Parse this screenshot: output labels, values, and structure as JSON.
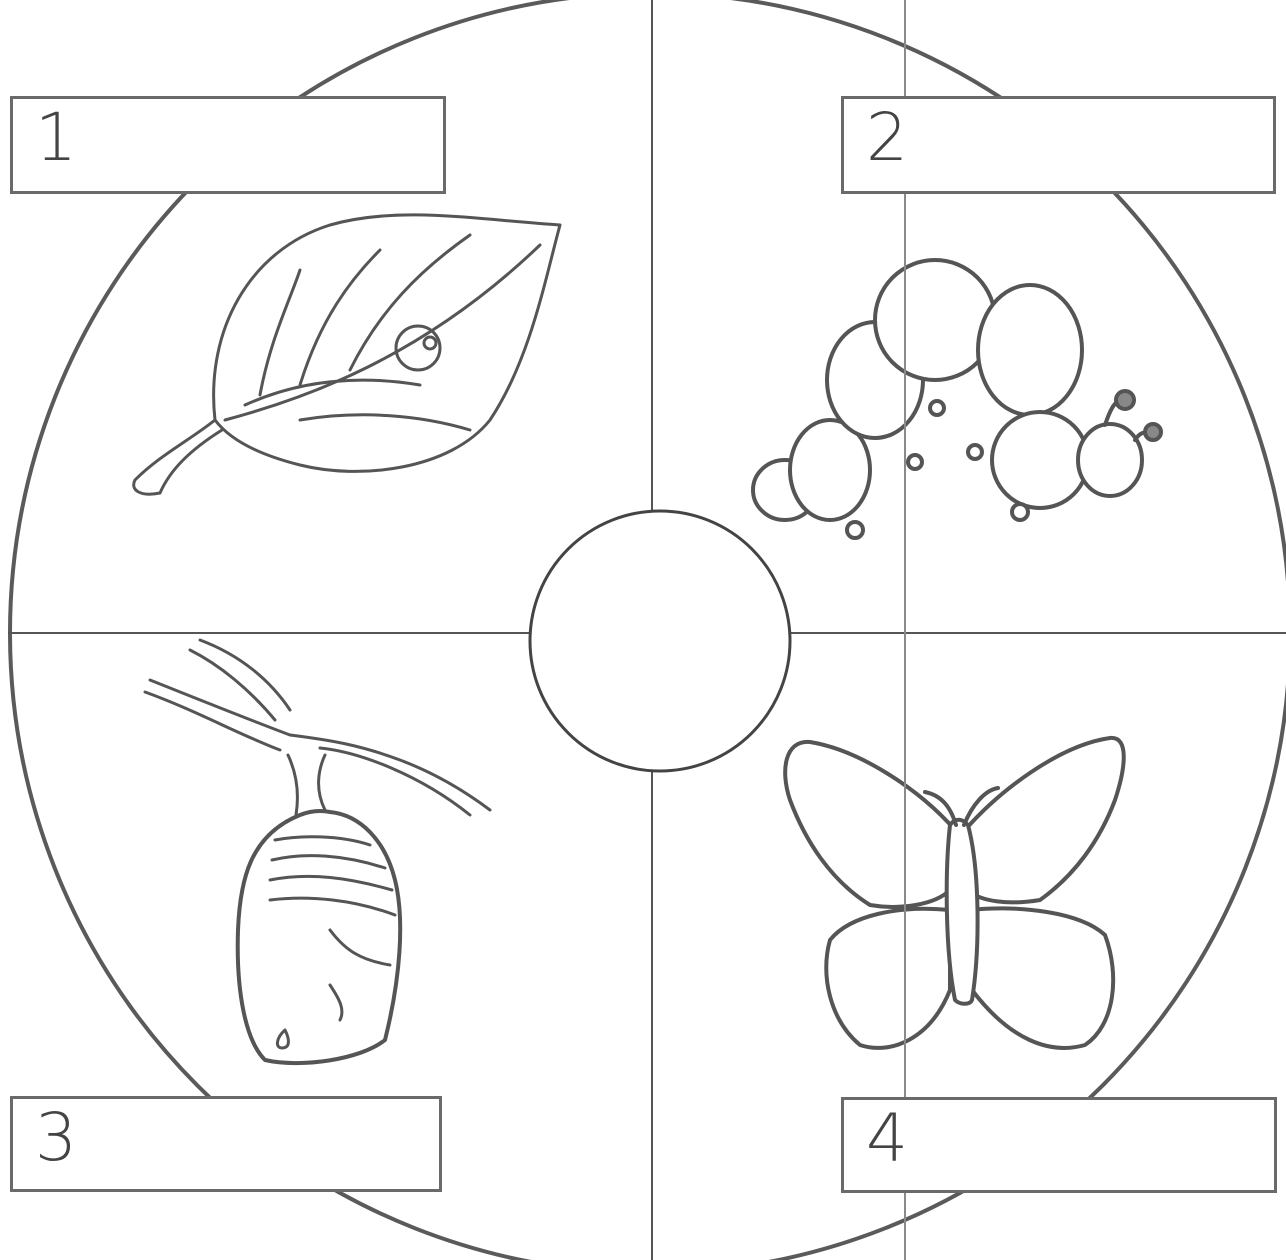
{
  "stages": [
    {
      "number": "1",
      "picture": "egg-on-leaf-icon"
    },
    {
      "number": "2",
      "picture": "caterpillar-icon"
    },
    {
      "number": "3",
      "picture": "chrysalis-icon"
    },
    {
      "number": "4",
      "picture": "butterfly-icon"
    }
  ],
  "colors": {
    "outline": "#555555",
    "fill": "#ffffff",
    "fold_line": "#8a8a8a"
  }
}
